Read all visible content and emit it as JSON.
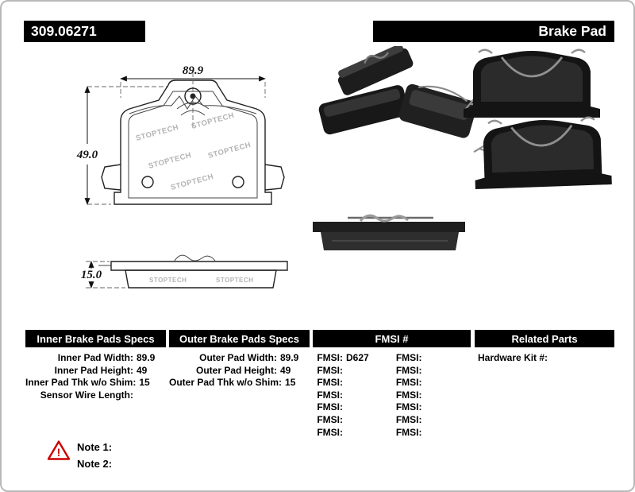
{
  "header": {
    "part_number": "309.06271",
    "product_type": "Brake Pad"
  },
  "drawing": {
    "width_dim": "89.9",
    "height_dim": "49.0",
    "thickness_dim": "15.0",
    "brand": "STOPTECH"
  },
  "tables": {
    "inner": {
      "title": "Inner Brake Pads Specs",
      "rows": [
        {
          "label": "Inner Pad Width:",
          "value": "89.9"
        },
        {
          "label": "Inner Pad Height:",
          "value": "49"
        },
        {
          "label": "Inner Pad Thk w/o Shim:",
          "value": "15"
        },
        {
          "label": "Sensor Wire Length:",
          "value": ""
        }
      ]
    },
    "outer": {
      "title": "Outer Brake Pads Specs",
      "rows": [
        {
          "label": "Outer Pad Width:",
          "value": "89.9"
        },
        {
          "label": "Outer Pad Height:",
          "value": "49"
        },
        {
          "label": "Outer Pad Thk w/o Shim:",
          "value": "15"
        }
      ]
    },
    "fmsi": {
      "title": "FMSI #",
      "left_rows": [
        {
          "label": "FMSI:",
          "value": "D627"
        },
        {
          "label": "FMSI:",
          "value": ""
        },
        {
          "label": "FMSI:",
          "value": ""
        },
        {
          "label": "FMSI:",
          "value": ""
        },
        {
          "label": "FMSI:",
          "value": ""
        },
        {
          "label": "FMSI:",
          "value": ""
        },
        {
          "label": "FMSI:",
          "value": ""
        }
      ],
      "right_rows": [
        {
          "label": "FMSI:",
          "value": ""
        },
        {
          "label": "FMSI:",
          "value": ""
        },
        {
          "label": "FMSI:",
          "value": ""
        },
        {
          "label": "FMSI:",
          "value": ""
        },
        {
          "label": "FMSI:",
          "value": ""
        },
        {
          "label": "FMSI:",
          "value": ""
        },
        {
          "label": "FMSI:",
          "value": ""
        }
      ]
    },
    "related": {
      "title": "Related Parts",
      "rows": [
        {
          "label": "Hardware Kit #:",
          "value": ""
        }
      ]
    }
  },
  "notes": {
    "warning_symbol": "!",
    "items": [
      {
        "label": "Note 1:"
      },
      {
        "label": "Note 2:"
      }
    ]
  },
  "colors": {
    "bar_bg": "#000000",
    "bar_text": "#ffffff",
    "warning_red": "#cc0000"
  }
}
